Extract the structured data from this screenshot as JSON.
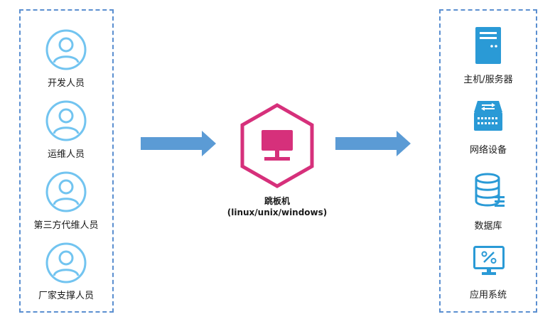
{
  "colors": {
    "dashed_border": "#5b8fd0",
    "person_icon": "#72c4f0",
    "arrow": "#5b9bd5",
    "bastion": "#d6307b",
    "right_icons": "#2a9ad6"
  },
  "left_group": {
    "items": [
      {
        "label": "开发人员",
        "icon": "user-circle-icon"
      },
      {
        "label": "运维人员",
        "icon": "user-circle-icon"
      },
      {
        "label": "第三方代维人员",
        "icon": "user-circle-icon"
      },
      {
        "label": "厂家支撑人员",
        "icon": "user-circle-icon"
      }
    ]
  },
  "center": {
    "title": "跳板机",
    "subtitle": "(linux/unix/windows)",
    "icon": "monitor-hexagon-icon"
  },
  "right_group": {
    "items": [
      {
        "label": "主机/服务器",
        "icon": "server-icon"
      },
      {
        "label": "网络设备",
        "icon": "network-switch-icon"
      },
      {
        "label": "数据库",
        "icon": "database-icon"
      },
      {
        "label": "应用系统",
        "icon": "application-monitor-icon"
      }
    ]
  }
}
